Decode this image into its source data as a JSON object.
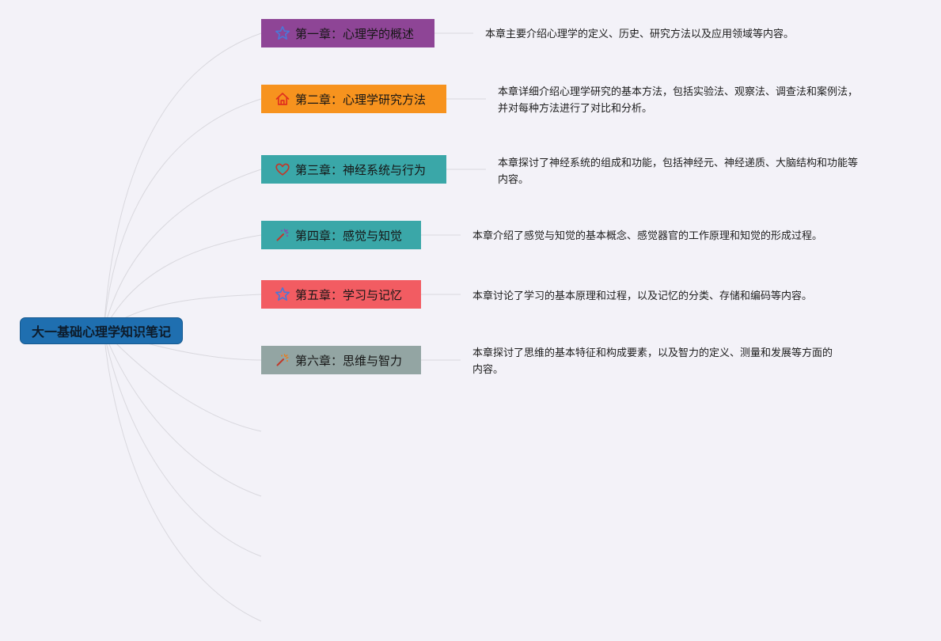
{
  "root": {
    "label": "大一基础心理学知识笔记",
    "color": "#1f6fb0"
  },
  "chapters": [
    {
      "label": "第一章：心理学的概述",
      "icon": "star-icon",
      "color": "#8e4596",
      "description_lines": [
        "本章主要介绍心理学的定义、历史、研究方法以及应用领域等内容。"
      ]
    },
    {
      "label": "第二章：心理学研究方法",
      "icon": "home-icon",
      "color": "#f7931e",
      "description_lines": [
        "本章详细介绍心理学研究的基本方法，包括实验法、观察法、调查法和案例法，",
        "并对每种方法进行了对比和分析。"
      ]
    },
    {
      "label": "第三章：神经系统与行为",
      "icon": "heart-icon",
      "color": "#3aa7a8",
      "description_lines": [
        "本章探讨了神经系统的组成和功能，包括神经元、神经递质、大脑结构和功能等",
        "内容。"
      ]
    },
    {
      "label": "第四章：感觉与知觉",
      "icon": "magic-wand-icon",
      "color": "#3aa7a8",
      "description_lines": [
        "本章介绍了感觉与知觉的基本概念、感觉器官的工作原理和知觉的形成过程。"
      ]
    },
    {
      "label": "第五章：学习与记忆",
      "icon": "star-icon",
      "color": "#f25c62",
      "description_lines": [
        "本章讨论了学习的基本原理和过程，以及记忆的分类、存储和编码等内容。"
      ]
    },
    {
      "label": "第六章：思维与智力",
      "icon": "magic-wand-icon",
      "color": "#93a5a3",
      "description_lines": [
        "本章探讨了思维的基本特征和构成要素，以及智力的定义、测量和发展等方面的",
        "内容。"
      ]
    }
  ]
}
